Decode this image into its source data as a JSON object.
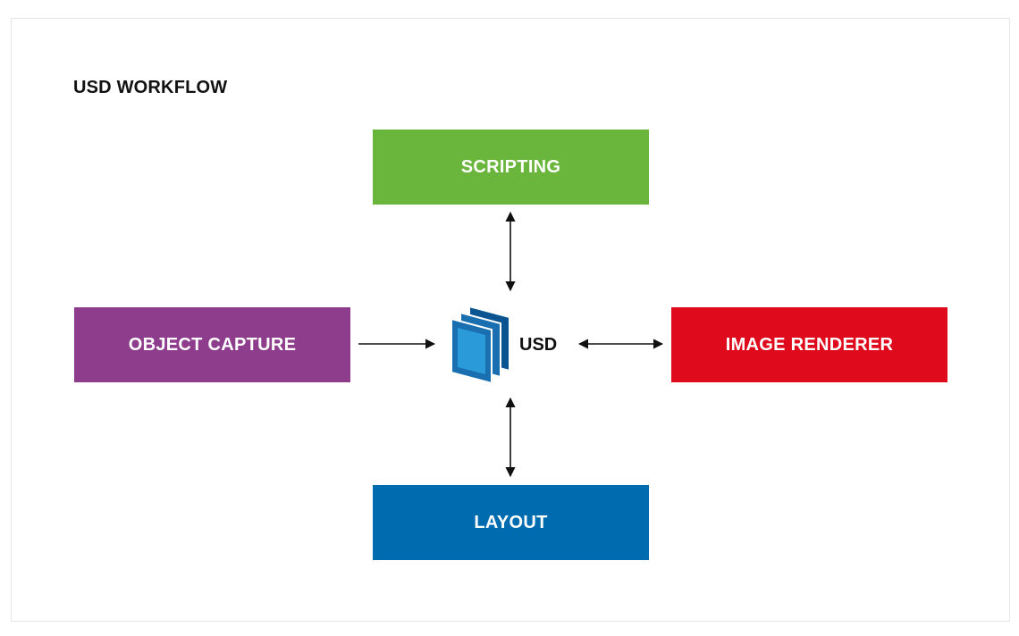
{
  "title": "USD WORKFLOW",
  "center": {
    "label": "USD",
    "icon": "stacked-layers-icon",
    "icon_colors": [
      "#1a6fb0",
      "#2a9bd8",
      "#0a5591"
    ]
  },
  "nodes": {
    "scripting": {
      "label": "SCRIPTING",
      "color": "#6ab53b"
    },
    "object_capture": {
      "label": "OBJECT CAPTURE",
      "color": "#8e3d8d"
    },
    "image_renderer": {
      "label": "IMAGE RENDERER",
      "color": "#e00a1d"
    },
    "layout": {
      "label": "LAYOUT",
      "color": "#006cb0"
    }
  },
  "connections": [
    {
      "from": "scripting",
      "to": "USD",
      "direction": "bidirectional"
    },
    {
      "from": "object_capture",
      "to": "USD",
      "direction": "one-way"
    },
    {
      "from": "USD",
      "to": "image_renderer",
      "direction": "bidirectional"
    },
    {
      "from": "USD",
      "to": "layout",
      "direction": "bidirectional"
    }
  ]
}
